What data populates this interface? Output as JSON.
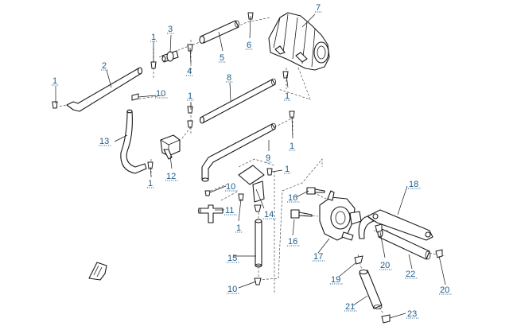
{
  "diagram": {
    "callouts": [
      {
        "id": "c7a",
        "text": "7"
      },
      {
        "id": "c1a",
        "text": "1"
      },
      {
        "id": "c3",
        "text": "3"
      },
      {
        "id": "c6",
        "text": "6"
      },
      {
        "id": "c5",
        "text": "5"
      },
      {
        "id": "c4",
        "text": "4"
      },
      {
        "id": "c2",
        "text": "2"
      },
      {
        "id": "c1b",
        "text": "1"
      },
      {
        "id": "c10a",
        "text": "10"
      },
      {
        "id": "c8",
        "text": "8"
      },
      {
        "id": "c1c",
        "text": "1"
      },
      {
        "id": "c1d",
        "text": "1"
      },
      {
        "id": "c13",
        "text": "13"
      },
      {
        "id": "c1e",
        "text": "1"
      },
      {
        "id": "c9",
        "text": "9"
      },
      {
        "id": "c12",
        "text": "12"
      },
      {
        "id": "c1f",
        "text": "1"
      },
      {
        "id": "c1g",
        "text": "1"
      },
      {
        "id": "c10b",
        "text": "10"
      },
      {
        "id": "c18",
        "text": "18"
      },
      {
        "id": "c16a",
        "text": "16"
      },
      {
        "id": "c11",
        "text": "11"
      },
      {
        "id": "c14",
        "text": "14"
      },
      {
        "id": "c1h",
        "text": "1"
      },
      {
        "id": "c16b",
        "text": "16"
      },
      {
        "id": "c15",
        "text": "15"
      },
      {
        "id": "c17",
        "text": "17"
      },
      {
        "id": "c20a",
        "text": "20"
      },
      {
        "id": "c22",
        "text": "22"
      },
      {
        "id": "c20b",
        "text": "20"
      },
      {
        "id": "c19",
        "text": "19"
      },
      {
        "id": "c10c",
        "text": "10"
      },
      {
        "id": "c21",
        "text": "21"
      },
      {
        "id": "c23",
        "text": "23"
      }
    ]
  }
}
